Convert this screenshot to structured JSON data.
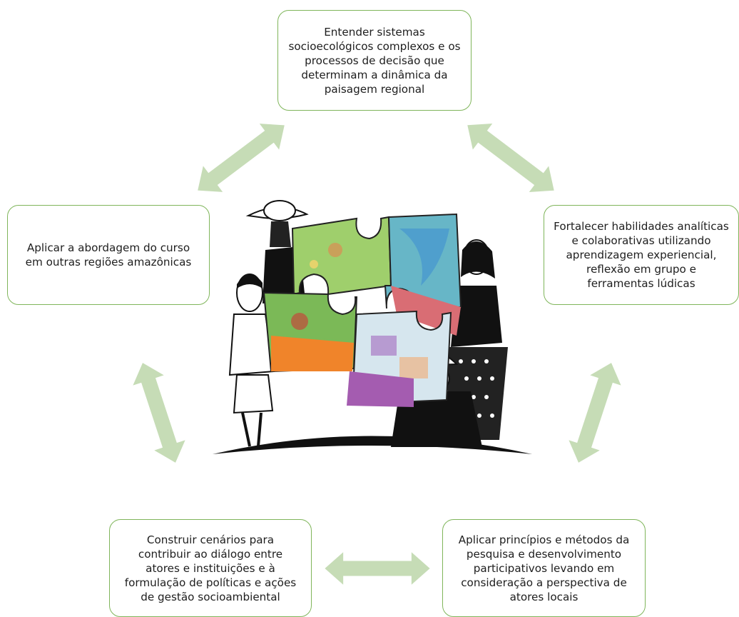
{
  "diagram": {
    "boxes": {
      "top": "Entender sistemas\nsocioecológicos complexos e os\nprocessos de decisão que\ndeterminam a dinâmica da\npaisagem regional",
      "left": "Aplicar a abordagem do curso\nem outras regiões amazônicas",
      "right": "Fortalecer habilidades analíticas\ne colaborativas utilizando\naprendizagem experiencial,\nreflexão em grupo e\nferramentas lúdicas",
      "bottom_left": "Construir cenários para\ncontribuir ao diálogo entre\natores e instituições e à\nformulação de políticas e ações\nde gestão socioambiental",
      "bottom_right": "Aplicar princípios e métodos da\npesquisa e desenvolvimento\nparticipativos levando em\nconsideração a perspectiva de\natores locais"
    },
    "colors": {
      "box_border": "#7fb55a",
      "arrow": "#c6dcb6",
      "text": "#1e1e1e"
    },
    "center_image": "illustration of four people holding four puzzle pieces with landscape drawings"
  }
}
